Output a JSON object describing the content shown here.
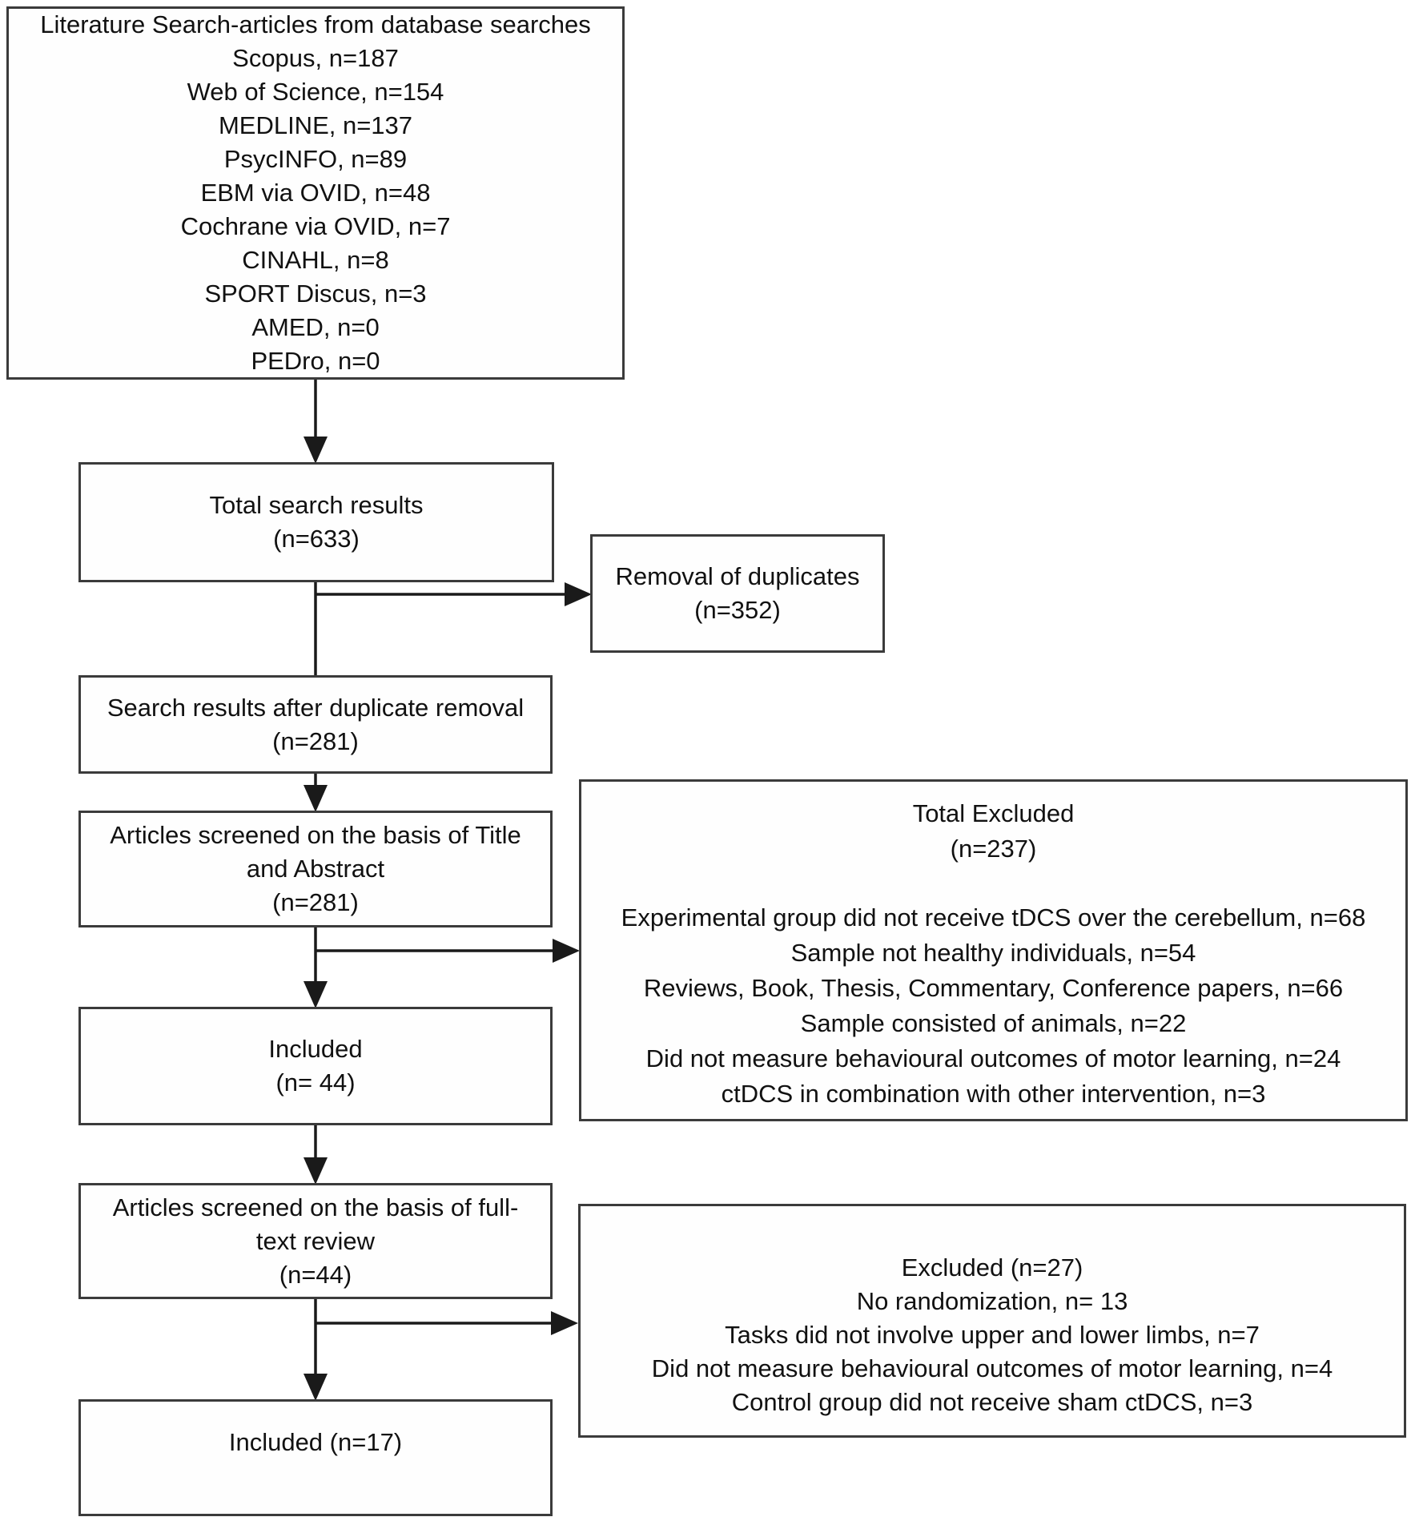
{
  "figure": {
    "type": "literature-search-flow-diagram",
    "colors": {
      "box_border": "#3b3b3b",
      "box_background": "#fefefe",
      "text": "#111111",
      "arrow": "#1a1a1a"
    },
    "boxes": {
      "database_search": {
        "lines": [
          "Literature Search-articles from database searches",
          "Scopus, n=187",
          "Web of Science, n=154",
          "MEDLINE, n=137",
          "PsycINFO, n=89",
          "EBM via OVID, n=48",
          "Cochrane via OVID, n=7",
          "CINAHL, n=8",
          "SPORT Discus, n=3",
          "AMED, n=0",
          "PEDro, n=0"
        ]
      },
      "total_search_results": {
        "lines": [
          "Total search results",
          "(n=633)"
        ]
      },
      "removal_of_duplicates": {
        "lines": [
          "Removal of duplicates",
          "(n=352)"
        ]
      },
      "after_duplicate_removal": {
        "lines": [
          "Search results after duplicate removal",
          "(n=281)"
        ]
      },
      "title_abstract_screening": {
        "lines": [
          "Articles screened on the basis of Title",
          "and Abstract",
          "(n=281)"
        ]
      },
      "total_excluded": {
        "header": [
          "Total Excluded",
          "(n=237)"
        ],
        "reasons": [
          "Experimental group did not receive tDCS over the cerebellum, n=68",
          "Sample not healthy individuals, n=54",
          "Reviews, Book, Thesis, Commentary, Conference papers, n=66",
          "Sample consisted of animals, n=22",
          "Did not measure behavioural outcomes of motor learning, n=24",
          "ctDCS in combination with other intervention, n=3"
        ]
      },
      "included_after_screening": {
        "lines": [
          "Included",
          "(n= 44)"
        ]
      },
      "fulltext_screening": {
        "lines": [
          "Articles screened on the basis of full-",
          "text review",
          "(n=44)"
        ]
      },
      "excluded_fulltext": {
        "lines": [
          "Excluded (n=27)",
          "No randomization, n= 13",
          "Tasks did not involve upper and lower limbs, n=7",
          "Did not measure behavioural outcomes of motor learning, n=4",
          "Control group did not receive sham ctDCS, n=3"
        ]
      },
      "included_final": {
        "lines": [
          "Included (n=17)"
        ]
      }
    }
  }
}
